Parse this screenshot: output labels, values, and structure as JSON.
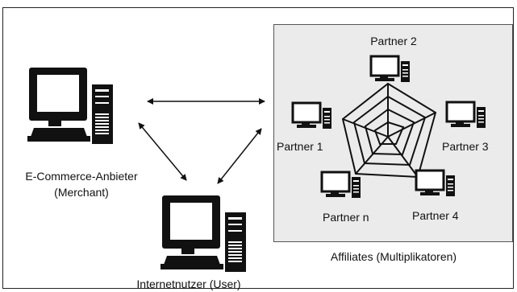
{
  "merchant": {
    "line1": "E-Commerce-Anbieter",
    "line2": "(Merchant)"
  },
  "user": {
    "label": "Internetnutzer (User)"
  },
  "affiliates": {
    "caption": "Affiliates (Multiplikatoren)",
    "partners": [
      "Partner 2",
      "Partner 1",
      "Partner 3",
      "Partner n",
      "Partner 4"
    ]
  },
  "colors": {
    "box_fill": "#ebebeb",
    "stroke": "#111111"
  },
  "icons": [
    "computer-icon",
    "double-arrow-icon"
  ]
}
